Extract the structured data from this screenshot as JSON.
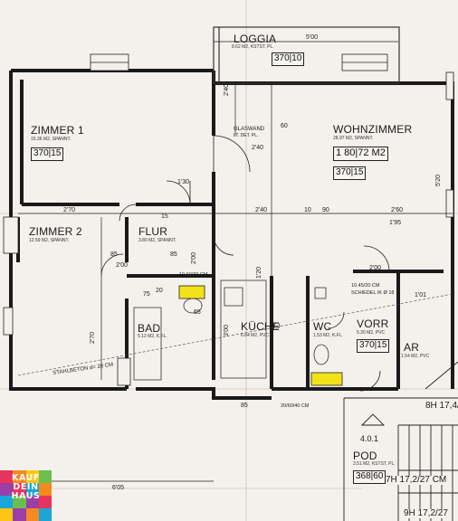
{
  "rooms": {
    "loggia": {
      "name": "LOGGIA",
      "sub": "8.62 M2, KSTST. PL.",
      "box": "370|10"
    },
    "zimmer1": {
      "name": "ZIMMER 1",
      "sub": "15.36 M2, SPANNT.",
      "box": "370|15"
    },
    "wohnzimmer": {
      "name": "WOHNZIMMER",
      "sub": "28.97 M2, SPANNT.",
      "box1": "1   80|72 M2",
      "box2": "370|15"
    },
    "zimmer2": {
      "name": "ZIMMER  2",
      "sub": "12.59 M2, SPANNT."
    },
    "flur": {
      "name": "FLUR",
      "sub": "3.80 M2, SPANNT."
    },
    "bad": {
      "name": "BAD",
      "sub": "5.12 M2, K.FL."
    },
    "kueche": {
      "name": "KÜCHE",
      "sub": "6.84 M2, PVC"
    },
    "wc": {
      "name": "WC",
      "sub": "1.53 M2, K.FL."
    },
    "vorr": {
      "name": "VORR",
      "sub": "5.30 M2, PVC",
      "box": "370|15"
    },
    "ar": {
      "name": "AR",
      "sub": "1.54 M2, PVC"
    },
    "pod": {
      "name": "POD",
      "sub": "3.51 M2, KSTST. PL.",
      "box": "368|60"
    }
  },
  "notes": {
    "glaswand": "GLASWAND",
    "glaswand_sub": "LT. DET. PL.",
    "stahlbeton": "STAHLBETON d= 20 CM",
    "kamin1": "10.60/30 CM",
    "kamin2": "10.45/20 CM",
    "kamin2b": "SCHIEDEL IK Ø 18",
    "kamin3": "20/60/40 CM",
    "marker": "4.0.1",
    "stair1": "8H 17,4/",
    "stair2": "7H 17,2/27 CM",
    "stair3": "9H 17,2/27"
  },
  "dims": {
    "d500": "5'00",
    "d240a": "2'40",
    "d240b": "2'40",
    "d240c": "2'40",
    "d60": "60",
    "d130": "1'30",
    "d270": "2'70",
    "d270b": "2'70",
    "d10": "10",
    "d90": "90",
    "d260": "2'60",
    "d195": "1'95",
    "d200a": "2'00",
    "d200b": "2'00",
    "d200c": "2'00",
    "d85a": "85",
    "d85b": "85",
    "d65": "65",
    "d120": "1'20",
    "d300": "3'00",
    "d520": "5'20",
    "d605": "6'05",
    "d15": "15",
    "d20": "20",
    "d75": "75",
    "d85c": "85",
    "d101": "1'01"
  },
  "logo": {
    "line1": "KAUF",
    "line2": "DEIN",
    "line3": "HAUS"
  },
  "colors": {
    "paper": "#f4f1ec",
    "ink": "#1b1b1b",
    "shaft": "#f2e21a"
  }
}
